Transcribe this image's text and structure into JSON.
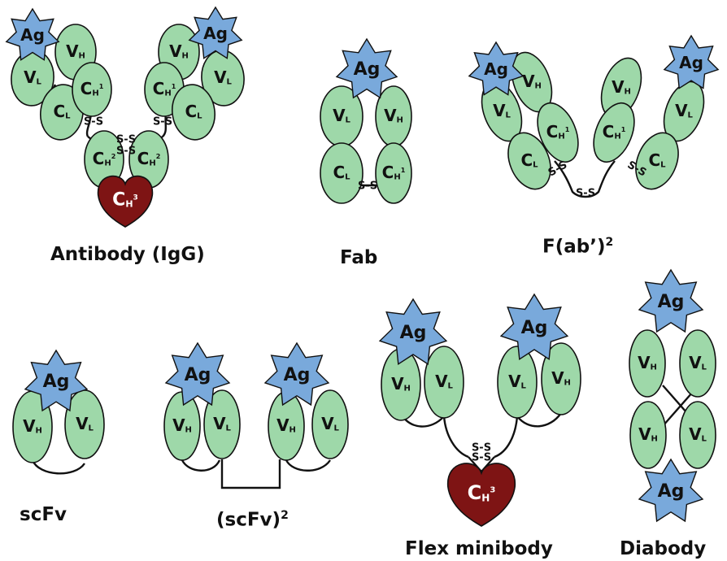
{
  "colors": {
    "heavy": "#7e1414",
    "light": "#9ed8a9",
    "antigen": "#79a9db",
    "outline": "#111111",
    "heavy_text": "#ffffff",
    "light_text": "#111111"
  },
  "labels": {
    "ag": "Ag",
    "vh": "V",
    "vh_sub": "H",
    "vl": "V",
    "vl_sub": "L",
    "cl": "C",
    "cl_sub": "L",
    "ch1": "C",
    "ch1_sub": "H",
    "ch1_sup": "1",
    "ch2": "C",
    "ch2_sub": "H",
    "ch2_sup": "2",
    "ch3": "C",
    "ch3_sub": "H",
    "ch3_sup": "3",
    "disulfide": "S-S"
  },
  "captions": {
    "igg": "Antibody (IgG)",
    "fab": "Fab",
    "fab2": "F(ab’)",
    "fab2_sup": "2",
    "scfv": "scFv",
    "scfv2": "(scFv)",
    "scfv2_sup": "2",
    "minibody": "Flex minibody",
    "diabody": "Diabody"
  }
}
